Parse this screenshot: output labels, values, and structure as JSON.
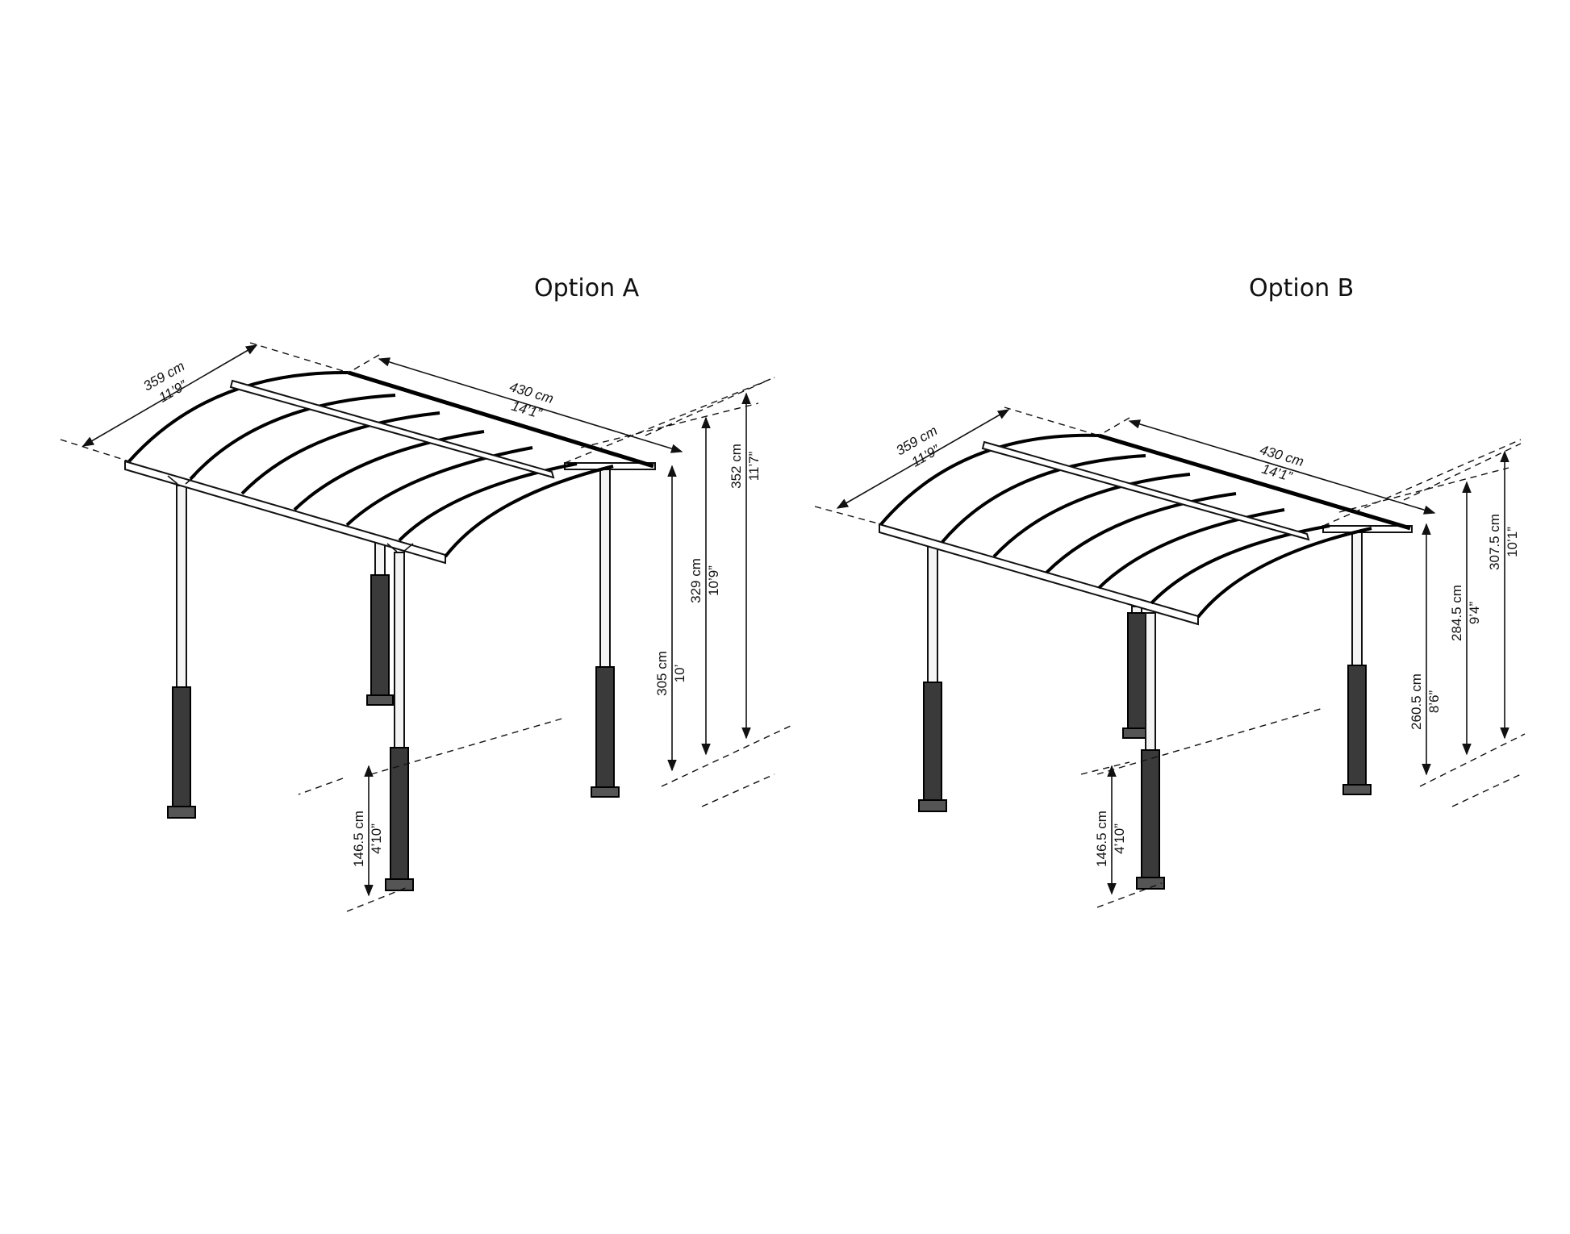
{
  "options": [
    {
      "title": "Option A",
      "width": {
        "cm": "359 cm",
        "ft": "11’9”"
      },
      "length": {
        "cm": "430 cm",
        "ft": "14’1”"
      },
      "heights": [
        {
          "cm": "305 cm",
          "ft": "10’"
        },
        {
          "cm": "329 cm",
          "ft": "10’9”"
        },
        {
          "cm": "352 cm",
          "ft": "11’7”"
        }
      ],
      "base": {
        "cm": "146.5 cm",
        "ft": "4’10”"
      }
    },
    {
      "title": "Option B",
      "width": {
        "cm": "359 cm",
        "ft": "11’9”"
      },
      "length": {
        "cm": "430 cm",
        "ft": "14’1”"
      },
      "heights": [
        {
          "cm": "260.5 cm",
          "ft": "8’6”"
        },
        {
          "cm": "284.5 cm",
          "ft": "9’4”"
        },
        {
          "cm": "307.5 cm",
          "ft": "10’1”"
        }
      ],
      "base": {
        "cm": "146.5 cm",
        "ft": "4’10”"
      }
    }
  ]
}
